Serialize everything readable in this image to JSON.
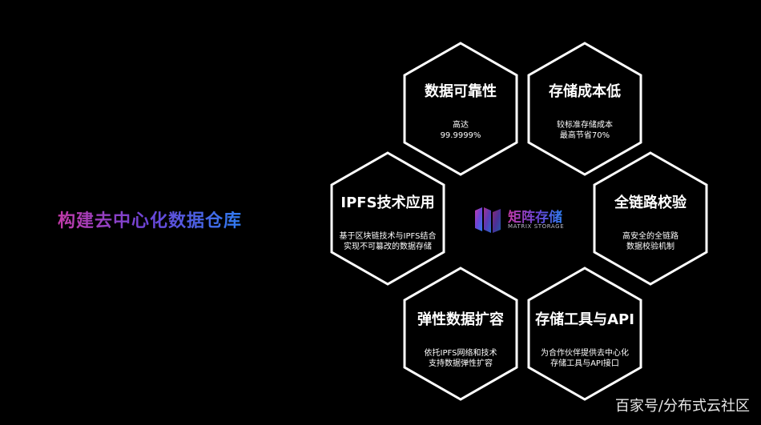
{
  "headline": "构建去中心化数据仓库",
  "logo": {
    "name": "矩阵存储",
    "subtitle": "MATRIX STORAGE",
    "colors": [
      "#c23aa8",
      "#6a45d8",
      "#2f7cf0"
    ]
  },
  "hexagons": [
    {
      "title": "数据可靠性",
      "desc": [
        "高达",
        "99.9999%"
      ]
    },
    {
      "title": "存储成本低",
      "desc": [
        "较标准存储成本",
        "最高节省70%"
      ]
    },
    {
      "title": "IPFS技术应用",
      "desc": [
        "基于区块链技术与IPFS结合",
        "实现不可篡改的数据存储"
      ]
    },
    {
      "title": "全链路校验",
      "desc": [
        "高安全的全链路",
        "数据校验机制"
      ]
    },
    {
      "title": "弹性数据扩容",
      "desc": [
        "依托IPFS网络和技术",
        "支持数据弹性扩容"
      ]
    },
    {
      "title": "存储工具与API",
      "desc": [
        "为合作伙伴提供去中心化",
        "存储工具与API接口"
      ]
    }
  ],
  "watermark": "百家号/分布式云社区"
}
